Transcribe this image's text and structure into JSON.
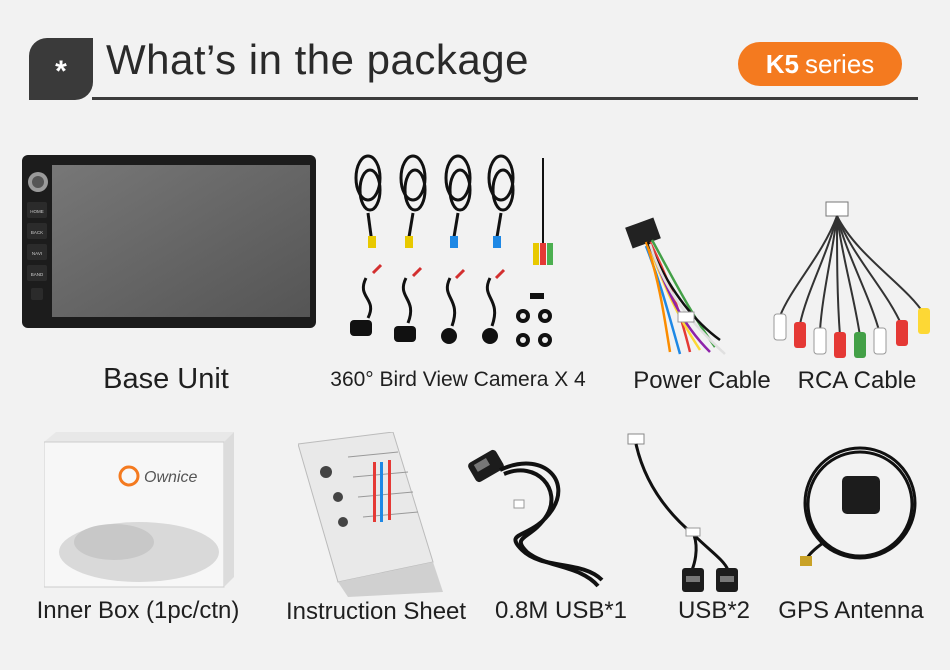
{
  "header": {
    "badge_symbol": "*",
    "title": "What’s in the package",
    "series_strong": "K5",
    "series_rest": "series"
  },
  "items": {
    "base_unit": "Base Unit",
    "camera": "360° Bird View  Camera X 4",
    "power_cable": "Power Cable",
    "rca_cable": "RCA Cable",
    "inner_box": "Inner Box (1pc/ctn)",
    "instruction_sheet": "Instruction Sheet",
    "usb_cable": "0.8M USB*1",
    "usb2": "USB*2",
    "gps": "GPS Antenna"
  },
  "base_unit_buttons": [
    "HOME",
    "BACK",
    "NAVI",
    "BAND"
  ],
  "box_brand": "Ownice",
  "colors": {
    "accent": "#f47a1f",
    "dark": "#3a3a3a",
    "background": "#f2f2f2"
  }
}
